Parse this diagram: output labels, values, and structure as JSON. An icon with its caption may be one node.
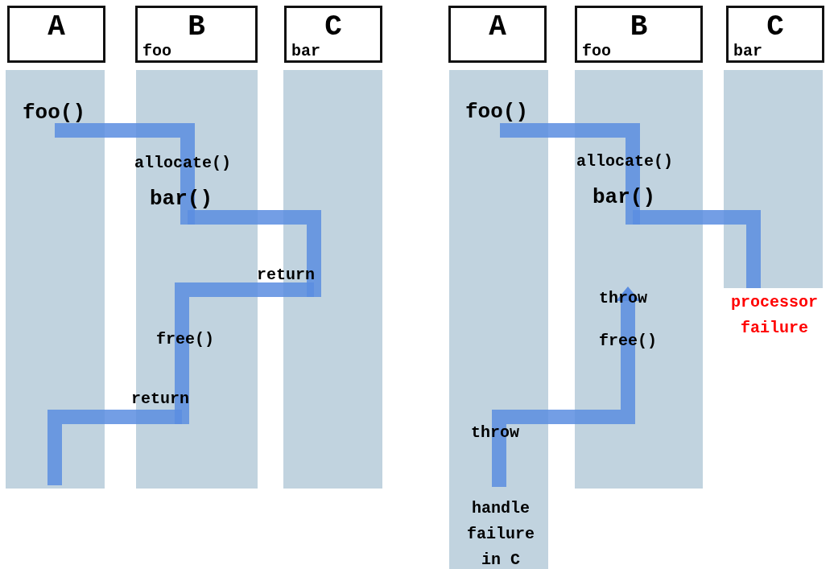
{
  "diagram": {
    "nodes": [
      {
        "text": [
          "A"
        ]
      },
      {
        "text": [
          "B",
          "foo"
        ]
      },
      {
        "text": [
          "C",
          "bar"
        ]
      },
      {
        "text": [],
        "shape": "bar"
      },
      {
        "text": [],
        "shape": "bar"
      },
      {
        "text": [],
        "shape": "bar"
      },
      {
        "text": [
          "A"
        ]
      },
      {
        "text": [
          "B",
          "foo"
        ]
      },
      {
        "text": [
          "C",
          "bar"
        ]
      },
      {
        "text": [],
        "shape": "bar"
      },
      {
        "text": [],
        "shape": "bar"
      },
      {
        "text": [],
        "shape": "bar"
      }
    ],
    "edges": [
      {
        "from": 3,
        "to": 4,
        "arrow": "none"
      },
      {
        "from": 4,
        "to": 5,
        "arrow": "none"
      },
      {
        "from": 5,
        "to": 4,
        "arrow": "none"
      },
      {
        "from": 4,
        "to": 3,
        "arrow": "none"
      },
      {
        "from": 9,
        "to": 10,
        "arrow": "none"
      },
      {
        "from": 10,
        "to": 11,
        "arrow": "none"
      },
      {
        "from": 9,
        "to": 10,
        "arrow": "to"
      }
    ],
    "labels": [
      "foo()",
      "allocate()",
      "bar()",
      "return",
      "free()",
      "return",
      "foo()",
      "allocate()",
      "bar()",
      "throw",
      "free()",
      "throw",
      "handle failure in C",
      "processor failure"
    ]
  }
}
